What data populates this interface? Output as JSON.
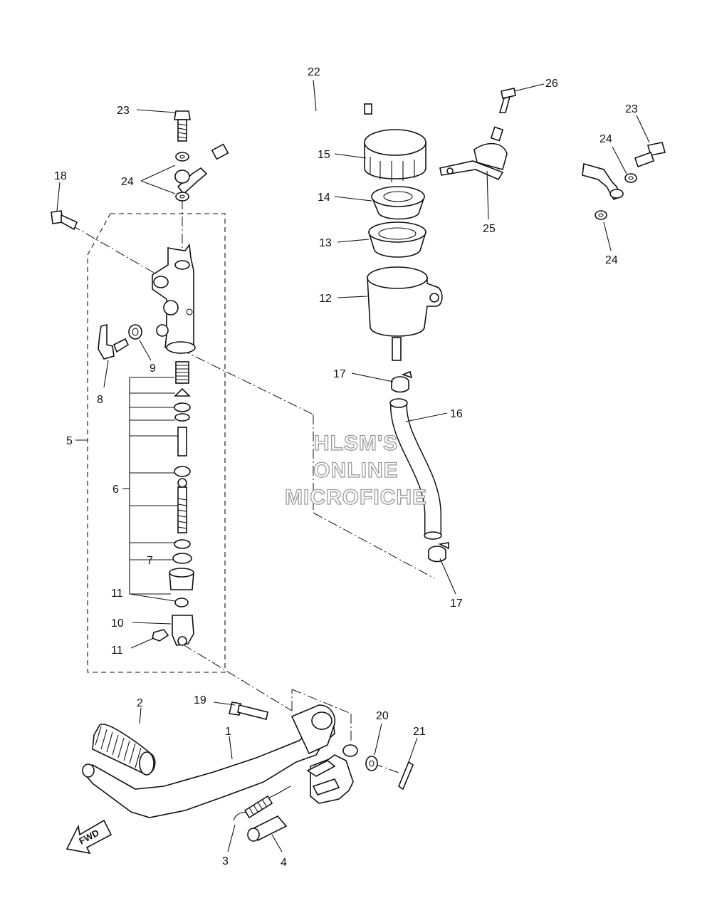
{
  "watermark": [
    "HLSM'S",
    "ONLINE",
    "MICROFICHE"
  ],
  "direction_arrow": {
    "label": "FWD"
  },
  "callouts": [
    {
      "id": "c1",
      "text": "1"
    },
    {
      "id": "c2",
      "text": "2"
    },
    {
      "id": "c3",
      "text": "3"
    },
    {
      "id": "c4",
      "text": "4"
    },
    {
      "id": "c5",
      "text": "5"
    },
    {
      "id": "c6",
      "text": "6"
    },
    {
      "id": "c7",
      "text": "7"
    },
    {
      "id": "c8",
      "text": "8"
    },
    {
      "id": "c9",
      "text": "9"
    },
    {
      "id": "c10",
      "text": "10"
    },
    {
      "id": "c11a",
      "text": "11"
    },
    {
      "id": "c11b",
      "text": "11"
    },
    {
      "id": "c12",
      "text": "12"
    },
    {
      "id": "c13",
      "text": "13"
    },
    {
      "id": "c14",
      "text": "14"
    },
    {
      "id": "c15",
      "text": "15"
    },
    {
      "id": "c16",
      "text": "16"
    },
    {
      "id": "c17a",
      "text": "17"
    },
    {
      "id": "c17b",
      "text": "17"
    },
    {
      "id": "c18",
      "text": "18"
    },
    {
      "id": "c19",
      "text": "19"
    },
    {
      "id": "c20",
      "text": "20"
    },
    {
      "id": "c21",
      "text": "21"
    },
    {
      "id": "c22",
      "text": "22"
    },
    {
      "id": "c23a",
      "text": "23"
    },
    {
      "id": "c23b",
      "text": "23"
    },
    {
      "id": "c24a",
      "text": "24"
    },
    {
      "id": "c24b",
      "text": "24"
    },
    {
      "id": "c24c",
      "text": "24"
    },
    {
      "id": "c25",
      "text": "25"
    },
    {
      "id": "c26",
      "text": "26"
    }
  ]
}
